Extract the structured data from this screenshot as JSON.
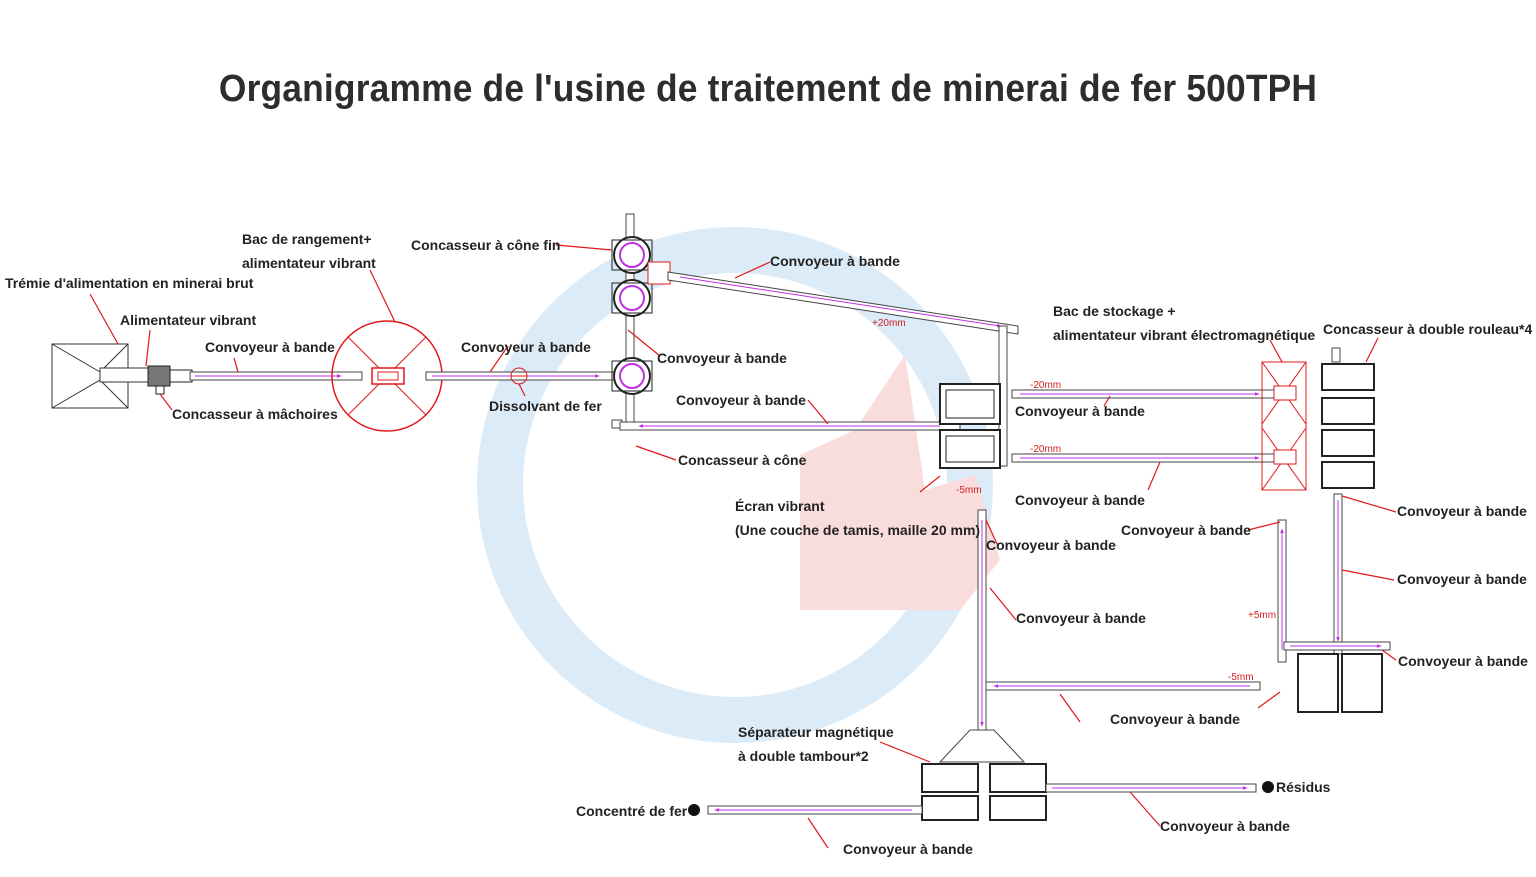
{
  "title": "Organigramme de l'usine de traitement de minerai de fer 500TPH",
  "colors": {
    "leader": "#e01818",
    "belt_flow": "#c030e0",
    "lines": "#444444",
    "watermark_blue": "#cfe3f5",
    "watermark_red": "#f6cccc"
  },
  "icons": {
    "watermark": "company-logo-watermark",
    "endpoint": "black-dot"
  },
  "labels": {
    "tremie": "Trémie d'alimentation en minerai brut",
    "alimentateur": "Alimentateur vibrant",
    "conv1": "Convoyeur à bande",
    "machoires": "Concasseur à mâchoires",
    "bac_rangement_1": "Bac de rangement+",
    "bac_rangement_2": "alimentateur vibrant",
    "conv2": "Convoyeur à bande",
    "dissolvant": "Dissolvant de fer",
    "cone_fin": "Concasseur à cône fin",
    "conv_top": "Convoyeur à bande",
    "conv_mid": "Convoyeur à bande",
    "conv_return": "Convoyeur à bande",
    "cone": "Concasseur à cône",
    "ecran_1": "Écran vibrant",
    "ecran_2": "(Une couche de tamis, maille 20 mm)",
    "bac_stockage_1": "Bac de stockage +",
    "bac_stockage_2": "alimentateur vibrant électromagnétique",
    "double_rouleau": "Concasseur à double rouleau*4",
    "conv_r1": "Convoyeur à bande",
    "conv_r2": "Convoyeur à bande",
    "conv_r3": "Convoyeur à bande",
    "conv_r4": "Convoyeur à bande",
    "conv_r5": "Convoyeur à bande",
    "conv_down1": "Convoyeur à bande",
    "conv_down2": "Convoyeur à bande",
    "conv_bottom": "Convoyeur à bande",
    "separateur_1": "Séparateur magnétique",
    "separateur_2": "à double tambour*2",
    "concentre": "Concentré de fer",
    "residus": "Résidus",
    "conv_conc": "Convoyeur à bande",
    "conv_res": "Convoyeur à bande"
  },
  "sizes": {
    "plus20": "+20mm",
    "minus20a": "-20mm",
    "minus20b": "-20mm",
    "minus5a": "-5mm",
    "plus5": "+5mm",
    "minus5b": "-5mm"
  }
}
